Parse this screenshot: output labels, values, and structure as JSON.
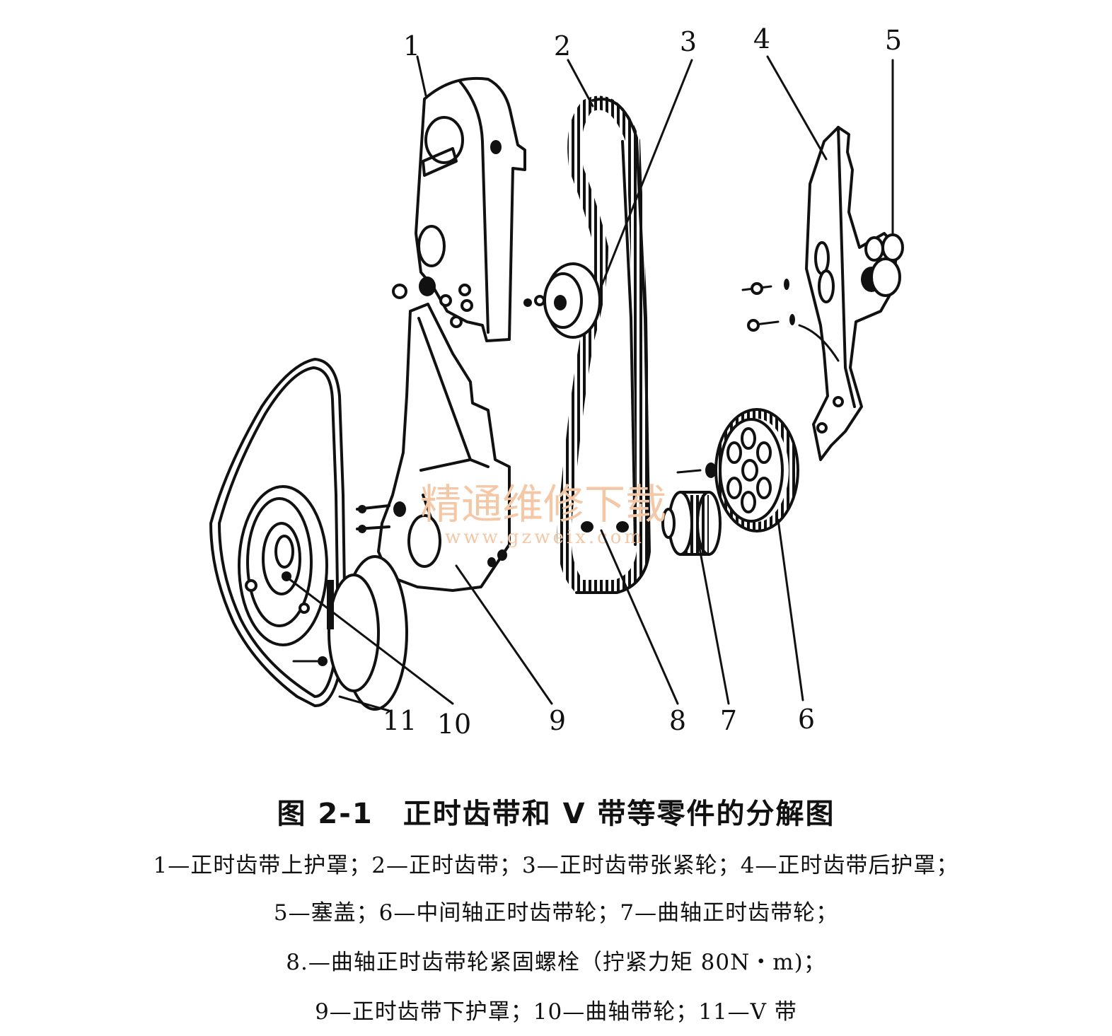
{
  "diagram": {
    "callouts": [
      "1",
      "2",
      "3",
      "4",
      "5",
      "6",
      "7",
      "8",
      "9",
      "10",
      "11"
    ],
    "watermark": {
      "text": "精通维修下载",
      "url": "www.gzweix.com"
    }
  },
  "caption": {
    "title": "图 2-1　正时齿带和 V 带等零件的分解图",
    "legend": [
      "1—正时齿带上护罩；2—正时齿带；3—正时齿带张紧轮；4—正时齿带后护罩；",
      "5—塞盖；6—中间轴正时齿带轮；7—曲轴正时齿带轮；",
      "8.—曲轴正时齿带轮紧固螺栓（拧紧力矩 80N・m)；",
      "9—正时齿带下护罩；10—曲轴带轮；11—V 带"
    ]
  }
}
